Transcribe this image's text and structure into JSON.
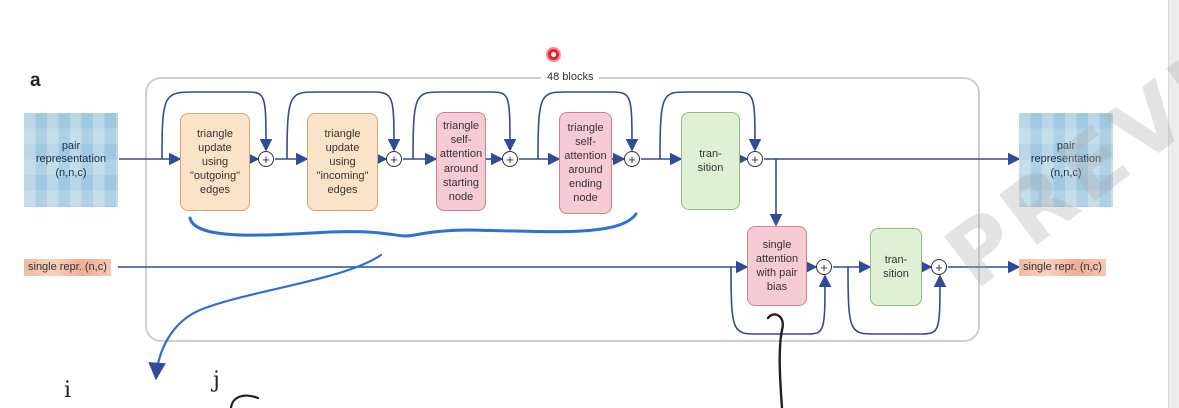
{
  "panel": {
    "letter": "a",
    "blocks_label": "48 blocks",
    "pair_in": [
      "pair",
      "representation",
      "(n,n,c)"
    ],
    "pair_out": [
      "pair",
      "representation",
      "(n,n,c)"
    ],
    "single_in": "single repr. (n,c)",
    "single_out": "single repr. (n,c)",
    "op_tri_out": "triangle\nupdate\nusing\n\"outgoing\"\nedges",
    "op_tri_in": "triangle\nupdate\nusing\n\"incoming\"\nedges",
    "op_attn_start": "triangle\nself-\nattention\naround\nstarting\nnode",
    "op_attn_end": "triangle\nself-\nattention\naround\nending\nnode",
    "op_trans_pair": "tran-\nsition",
    "op_single_attn": "single\nattention\nwith pair\nbias",
    "op_trans_single": "tran-\nsition",
    "plus_symbol": "+"
  },
  "annotations": {
    "hand_i": "i",
    "hand_j": "j"
  },
  "overlay": {
    "watermark": "PREVIE"
  },
  "colors": {
    "arrow": "#2f4b9a",
    "ink_blue": "#2f6fd6",
    "peach_fill": "#fbe3c9",
    "pink_fill": "#f6cbd3",
    "green_fill": "#dff0d4",
    "pair_fill": "#aed1e5",
    "single_fill": "#f3b9a4",
    "record_dot": "#e8232a"
  }
}
